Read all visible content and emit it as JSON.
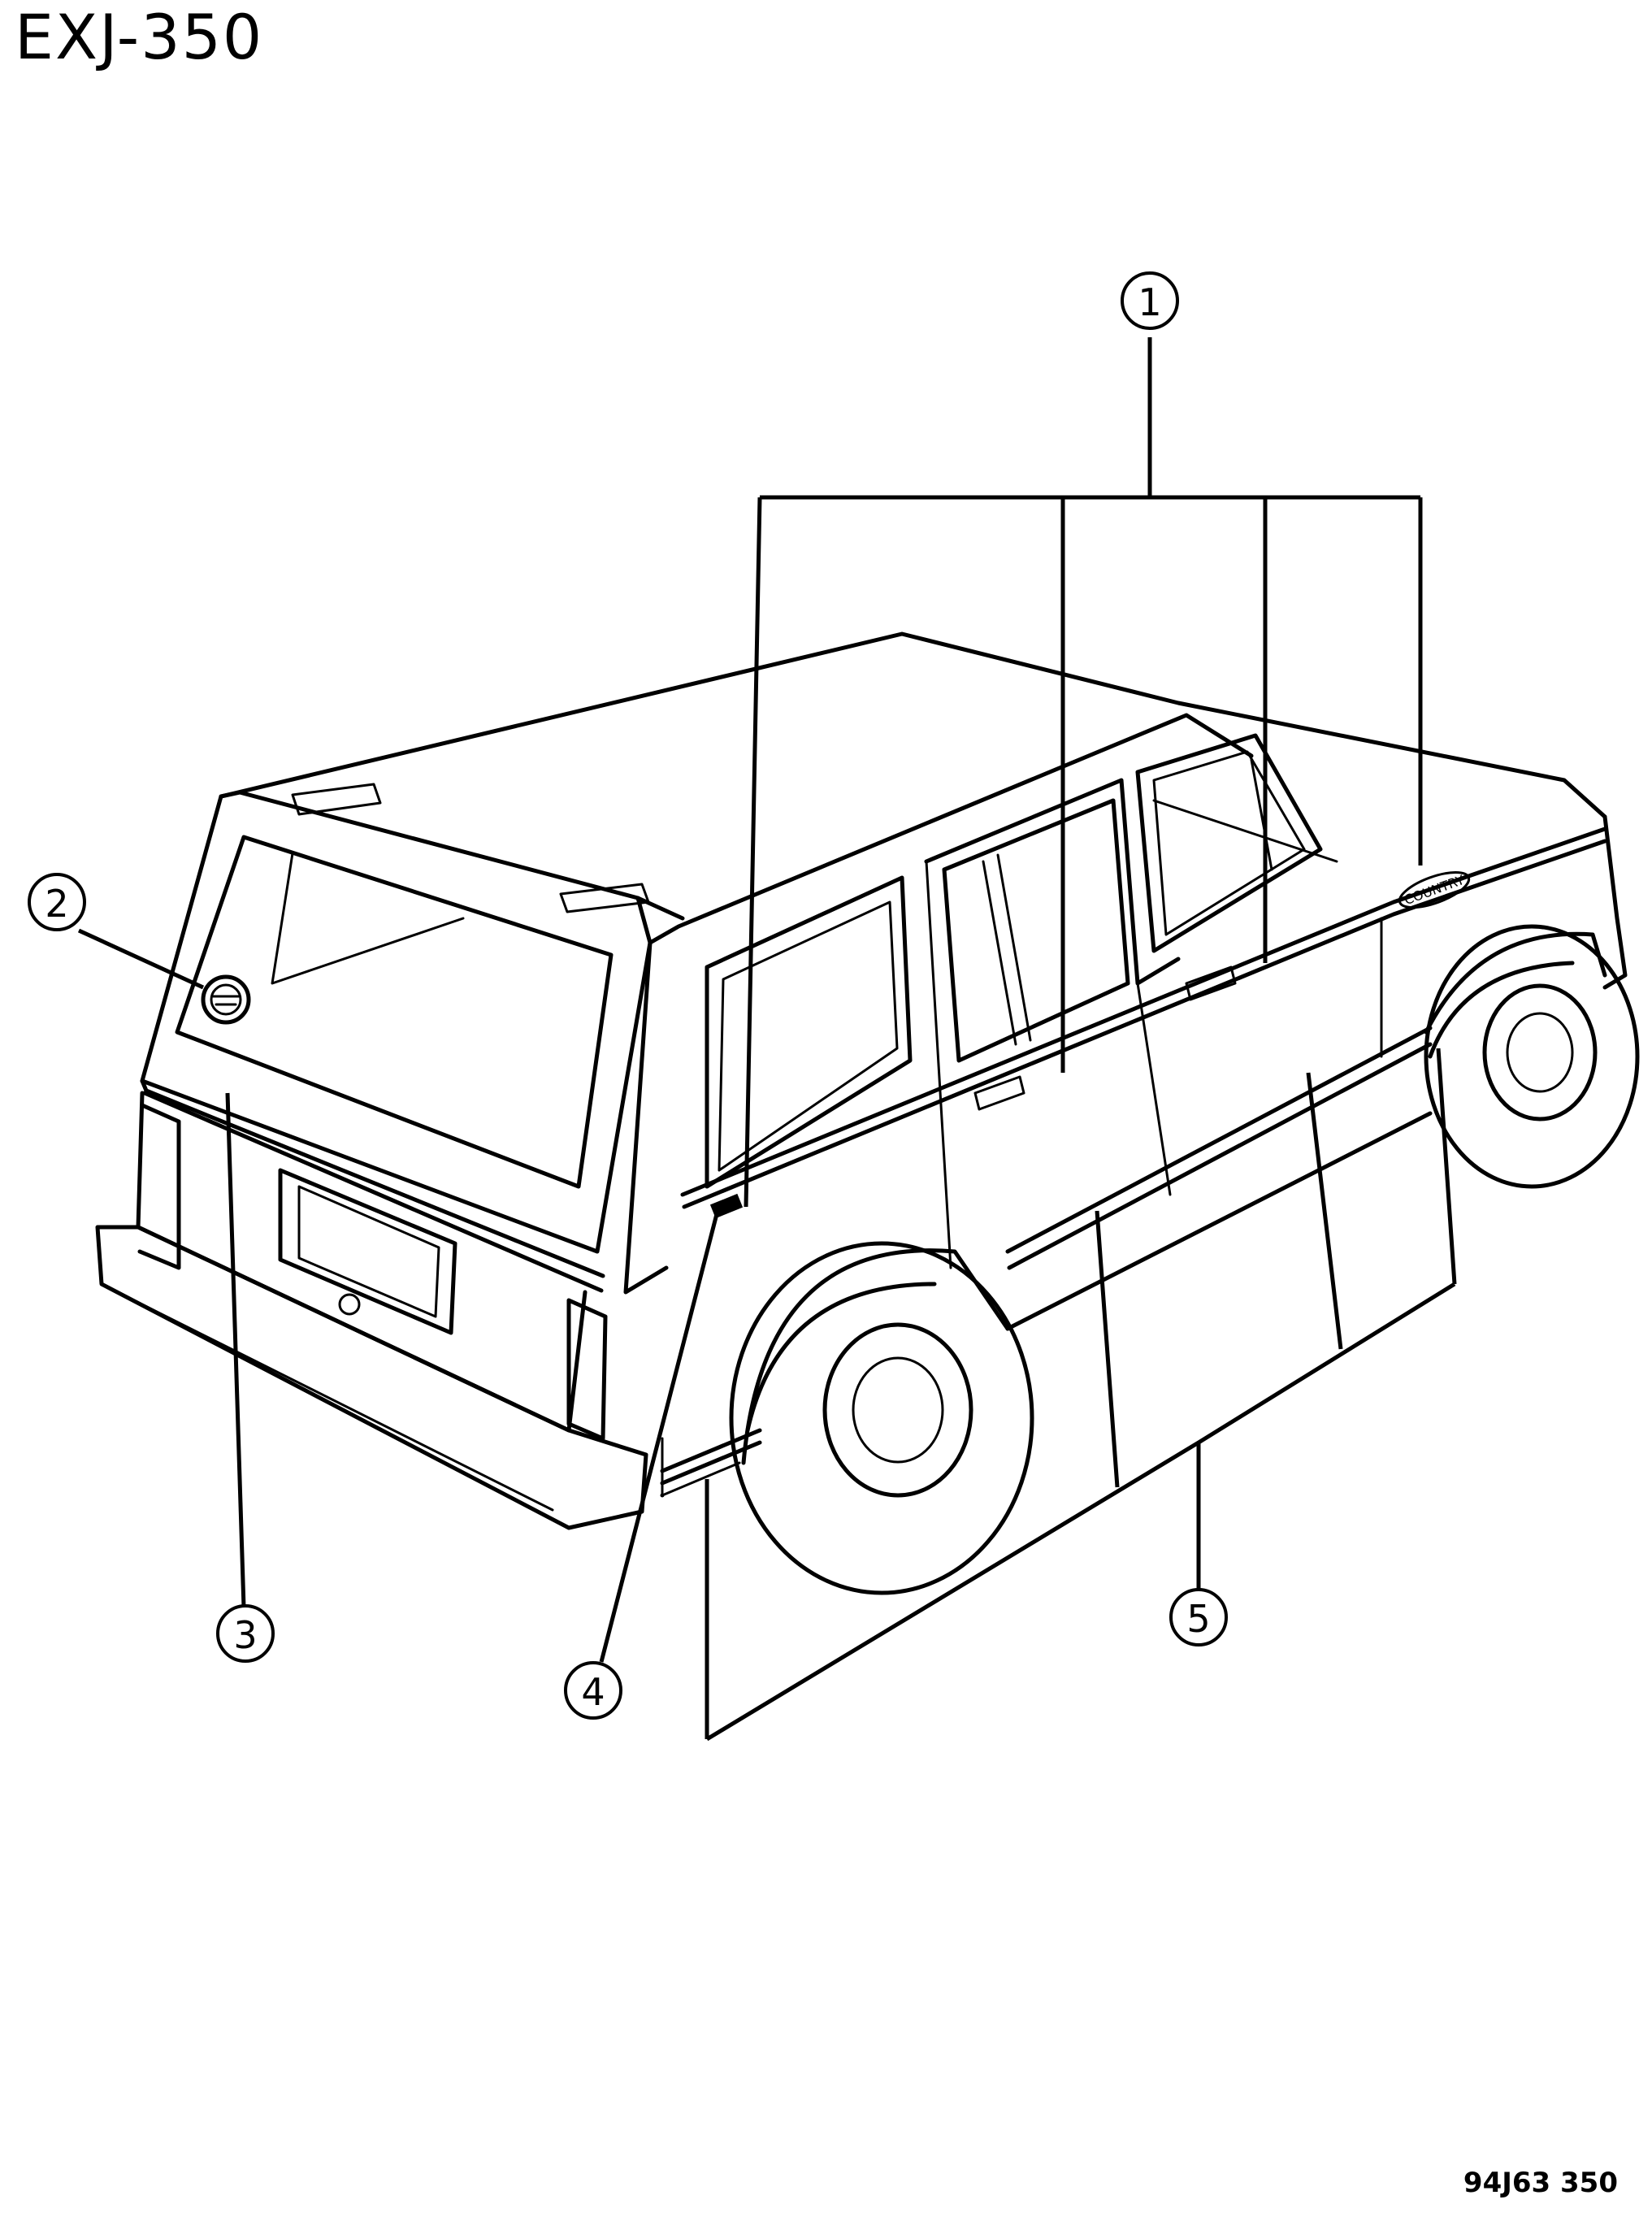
{
  "page_code": "EXJ-350",
  "footer_code": "94J63 350",
  "badge_text": "COUNTRY",
  "callouts": [
    {
      "number": "1"
    },
    {
      "number": "2"
    },
    {
      "number": "3"
    },
    {
      "number": "4"
    },
    {
      "number": "5"
    }
  ]
}
